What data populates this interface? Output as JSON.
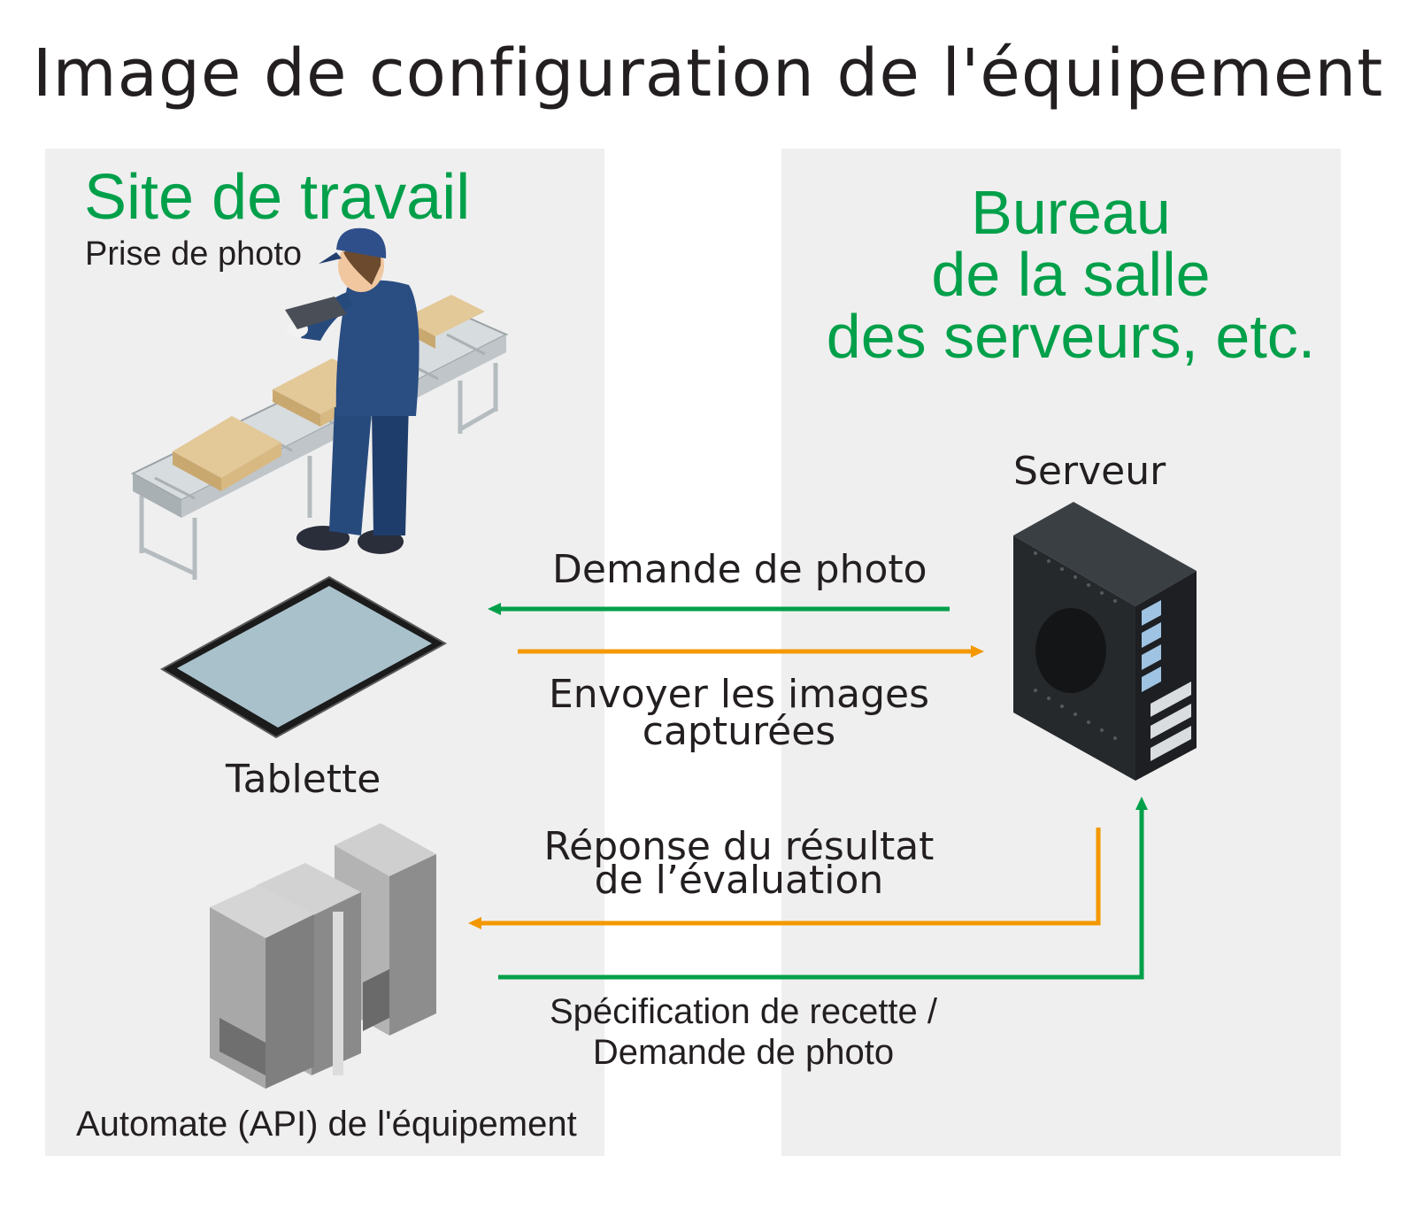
{
  "title": "Image de configuration de l'équipement",
  "left_panel": {
    "heading": "Site de travail",
    "photo_label": "Prise de photo",
    "tablet_label": "Tablette",
    "plc_label": "Automate (API) de l'équipement"
  },
  "right_panel": {
    "heading_lines": [
      "Bureau",
      "de la salle",
      "des serveurs, etc."
    ],
    "server_label": "Serveur"
  },
  "flows": {
    "photo_request": "Demande de photo",
    "send_images_lines": [
      "Envoyer les images",
      "capturées"
    ],
    "result_response_lines": [
      "Réponse du résultat",
      "de l’évaluation"
    ],
    "recipe_request_lines": [
      "Spécification de recette /",
      "Demande de photo"
    ]
  },
  "colors": {
    "green": "#00a04a",
    "orange": "#f39800",
    "panel": "#efefef",
    "text": "#231f20"
  }
}
